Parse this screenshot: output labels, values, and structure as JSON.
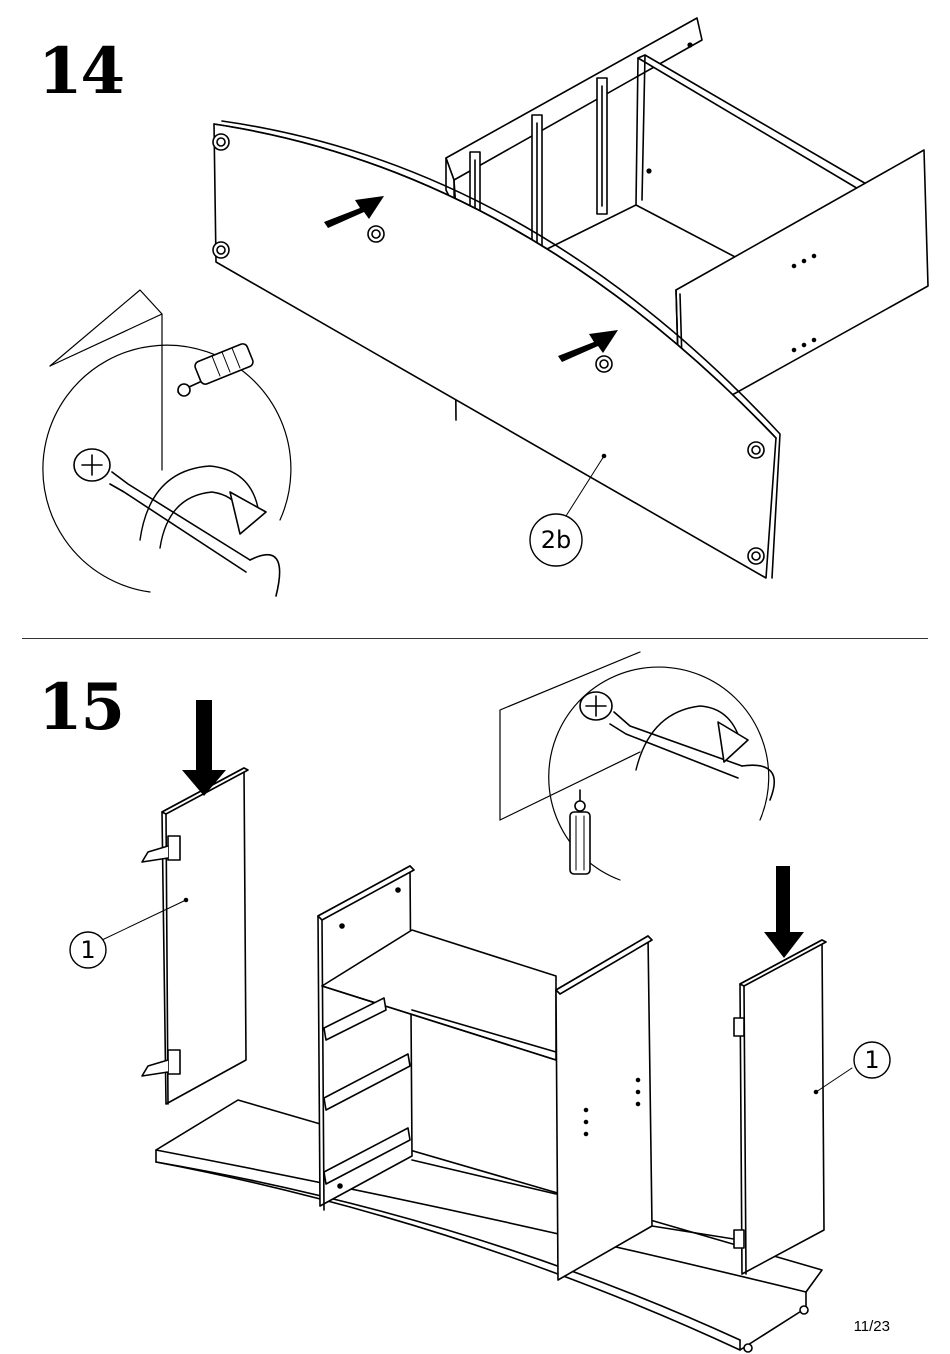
{
  "steps": [
    {
      "number": "14",
      "callouts": [
        "2b"
      ]
    },
    {
      "number": "15",
      "callouts": [
        "1",
        "1"
      ]
    }
  ],
  "page": {
    "number": "11/23"
  }
}
